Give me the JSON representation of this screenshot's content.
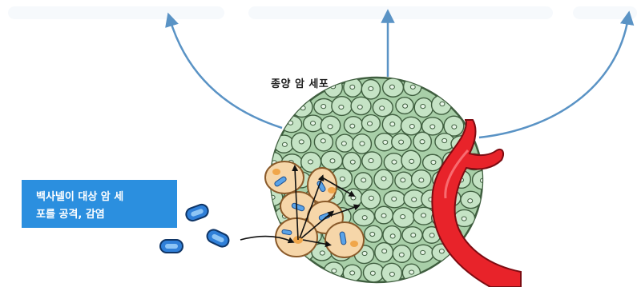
{
  "labels": {
    "tumor_cells": "종양 암 세포",
    "callout_line1": "백사넬이 대상 암 세",
    "callout_line2": "포를 공격, 감염"
  },
  "colors": {
    "spread_arrow": "#5a93c5",
    "callout_bg": "#2b8fdf",
    "tumor_cell_fill": "#c5e3c5",
    "tumor_cell_stroke": "#3f5e3f",
    "infected_cell_fill": "#f6d6a9",
    "infected_cell_stroke": "#8a5a2a",
    "bacteria_fill": "#2f7fd8",
    "blood_vessel": "#e8232a"
  }
}
